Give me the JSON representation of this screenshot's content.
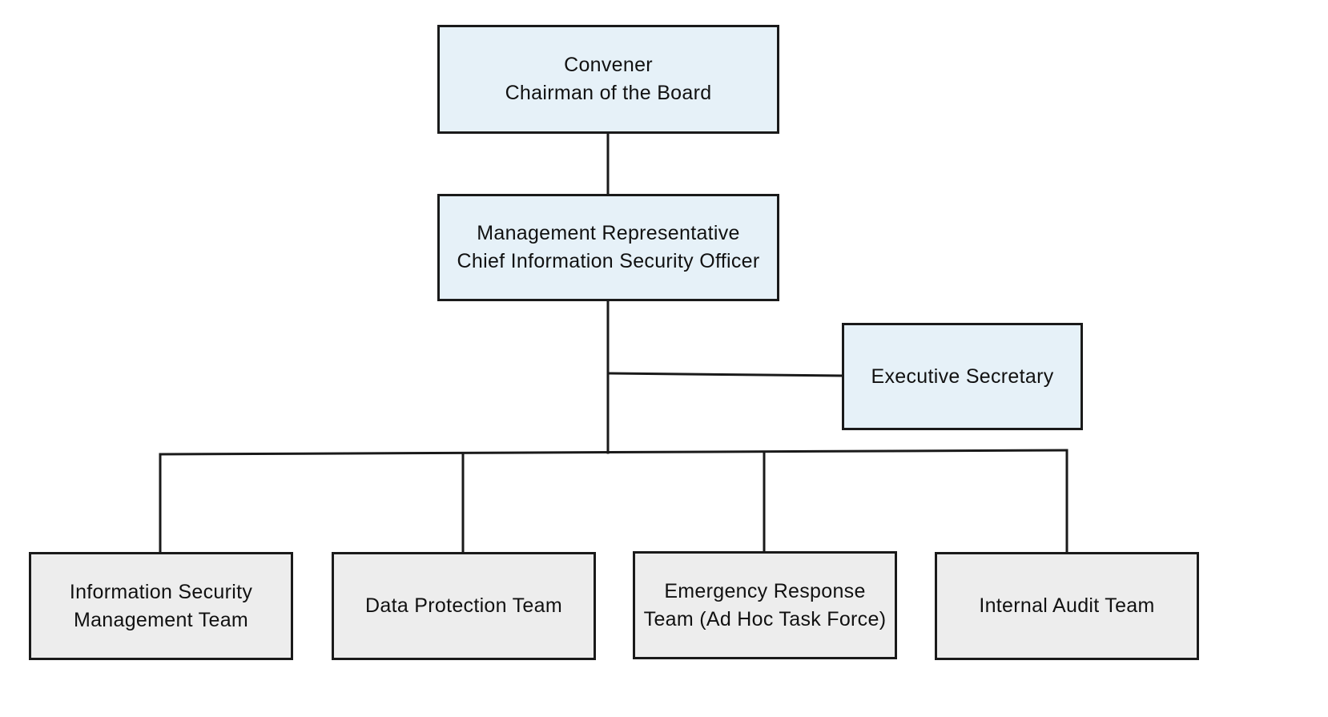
{
  "diagram": {
    "type": "org-chart",
    "colors": {
      "line": "#1a1a1a",
      "leadership_fill": "#e6f1f8",
      "team_fill": "#ededed"
    },
    "nodes": {
      "convener": {
        "line1": "Convener",
        "line2": "Chairman of the Board"
      },
      "management_representative": {
        "line1": "Management Representative",
        "line2": "Chief Information Security Officer"
      },
      "executive_secretary": {
        "line1": "Executive Secretary"
      },
      "information_security_management_team": {
        "line1": "Information Security",
        "line2": "Management Team"
      },
      "data_protection_team": {
        "line1": "Data Protection Team"
      },
      "emergency_response_team": {
        "line1": "Emergency Response",
        "line2": "Team (Ad Hoc Task Force)"
      },
      "internal_audit_team": {
        "line1": "Internal Audit Team"
      }
    },
    "edges": [
      {
        "from": "convener",
        "to": "management_representative"
      },
      {
        "from": "management_representative",
        "to": "executive_secretary"
      },
      {
        "from": "management_representative",
        "to": "information_security_management_team"
      },
      {
        "from": "management_representative",
        "to": "data_protection_team"
      },
      {
        "from": "management_representative",
        "to": "emergency_response_team"
      },
      {
        "from": "management_representative",
        "to": "internal_audit_team"
      }
    ]
  }
}
